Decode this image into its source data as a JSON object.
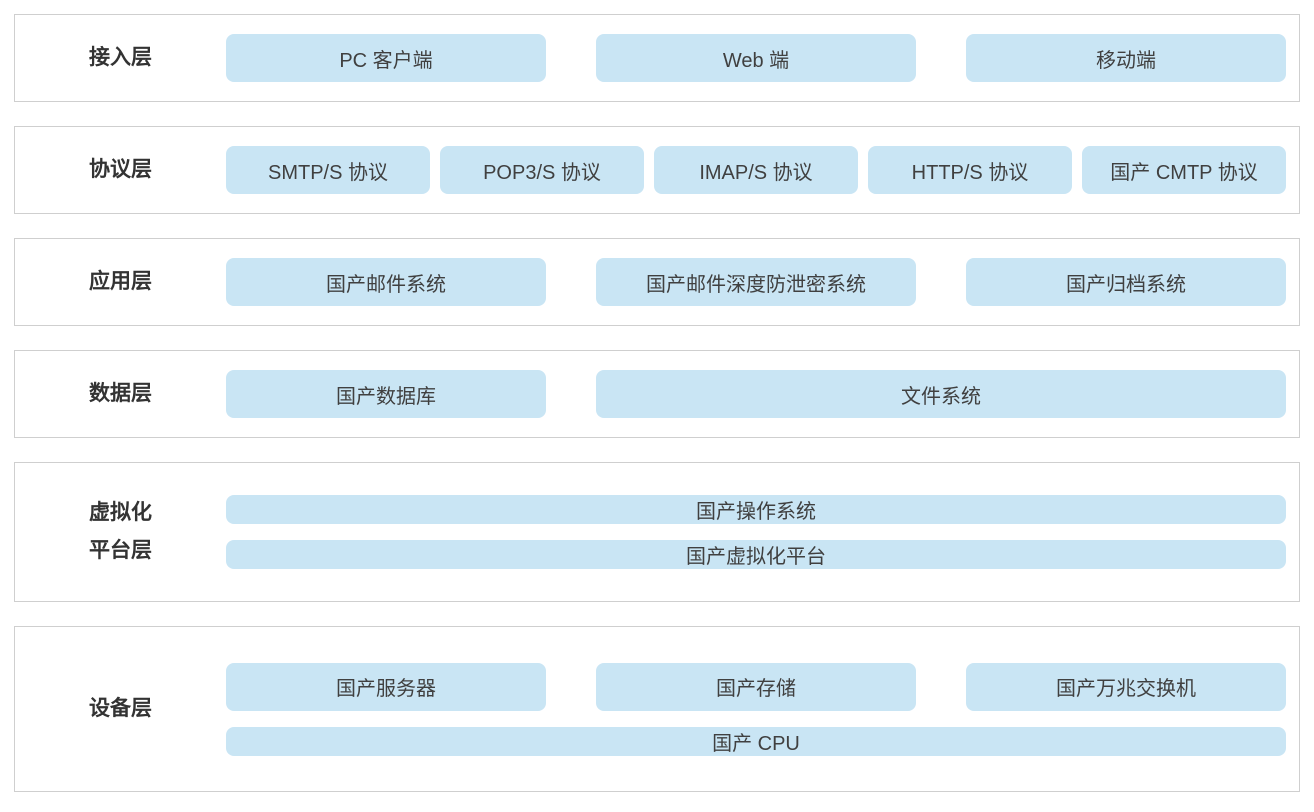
{
  "colors": {
    "item_bg": "#c9e5f4",
    "box_border": "#cfcfcf",
    "label_text": "#333333",
    "item_text": "#404040"
  },
  "layers": [
    {
      "label": "接入层",
      "items": [
        "PC 客户端",
        "Web 端",
        "移动端"
      ]
    },
    {
      "label": "协议层",
      "items": [
        "SMTP/S 协议",
        "POP3/S 协议",
        "IMAP/S 协议",
        "HTTP/S 协议",
        "国产 CMTP 协议"
      ]
    },
    {
      "label": "应用层",
      "items": [
        "国产邮件系统",
        "国产邮件深度防泄密系统",
        "国产归档系统"
      ]
    },
    {
      "label": "数据层",
      "items": [
        "国产数据库",
        "文件系统"
      ]
    },
    {
      "label": "虚拟化\n平台层",
      "items": [
        "国产操作系统",
        "国产虚拟化平台"
      ]
    },
    {
      "label": "设备层",
      "items": [
        "国产服务器",
        "国产存储",
        "国产万兆交换机",
        "国产 CPU"
      ]
    }
  ]
}
